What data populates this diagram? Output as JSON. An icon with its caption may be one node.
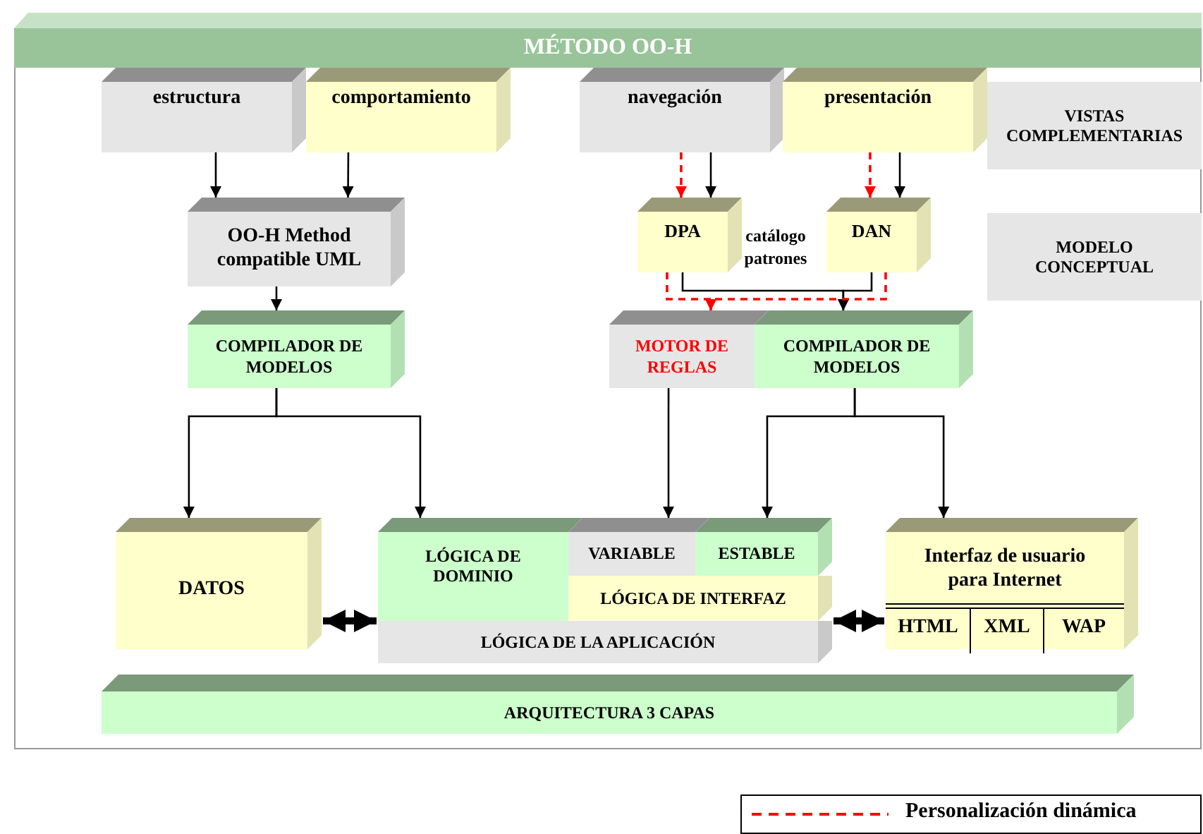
{
  "diagram": {
    "title": "MÉTODO OO-H",
    "nodes": [
      {
        "text": [
          "estructura"
        ]
      },
      {
        "text": [
          "comportamiento"
        ]
      },
      {
        "text": [
          "navegación"
        ]
      },
      {
        "text": [
          "presentación"
        ]
      },
      {
        "text": [
          "VISTAS COMPLEMENTARIAS"
        ]
      },
      {
        "text": [
          "OO-H Method compatible UML"
        ]
      },
      {
        "text": [
          "DPA"
        ]
      },
      {
        "text": [
          "DAN"
        ]
      },
      {
        "text": [
          "MODELO CONCEPTUAL"
        ]
      },
      {
        "text": [
          "COMPILADOR DE MODELOS"
        ]
      },
      {
        "text": [
          "MOTOR DE REGLAS"
        ]
      },
      {
        "text": [
          "COMPILADOR DE MODELOS"
        ]
      },
      {
        "text": [
          "DATOS"
        ]
      },
      {
        "text": [
          "LÓGICA DE DOMINIO"
        ]
      },
      {
        "text": [
          "VARIABLE"
        ]
      },
      {
        "text": [
          "ESTABLE"
        ]
      },
      {
        "text": [
          "LÓGICA DE INTERFAZ"
        ]
      },
      {
        "text": [
          "LÓGICA DE LA APLICACIÓN"
        ]
      },
      {
        "text": [
          "Interfaz de usuario para Internet"
        ]
      },
      {
        "text": [
          "HTML"
        ],
        "in": 18
      },
      {
        "text": [
          "XML"
        ],
        "in": 18
      },
      {
        "text": [
          "WAP"
        ],
        "in": 18
      },
      {
        "text": [
          "ARQUITECTURA 3 CAPAS"
        ]
      }
    ],
    "edges": [
      {
        "from": 0,
        "to": 5,
        "arrow": "to"
      },
      {
        "from": 1,
        "to": 5,
        "arrow": "to"
      },
      {
        "from": 2,
        "to": 6,
        "arrow": "to",
        "style": "dashed",
        "color": "#ff0000"
      },
      {
        "from": 2,
        "to": 6,
        "arrow": "to"
      },
      {
        "from": 3,
        "to": 7,
        "arrow": "to",
        "style": "dashed",
        "color": "#ff0000"
      },
      {
        "from": 3,
        "to": 7,
        "arrow": "to"
      },
      {
        "from": 5,
        "to": 9,
        "arrow": "to"
      },
      {
        "from": 6,
        "to": 11,
        "arrow": "to"
      },
      {
        "from": 7,
        "to": 11,
        "arrow": "to"
      },
      {
        "from": 6,
        "to": 10,
        "arrow": "to",
        "style": "dashed",
        "color": "#ff0000"
      },
      {
        "from": 7,
        "to": 10,
        "arrow": "to",
        "style": "dashed",
        "color": "#ff0000"
      },
      {
        "from": 9,
        "to": 12,
        "arrow": "to"
      },
      {
        "from": 9,
        "to": 13,
        "arrow": "to"
      },
      {
        "from": 10,
        "to": 14,
        "arrow": "to"
      },
      {
        "from": 11,
        "to": 15,
        "arrow": "to"
      },
      {
        "from": 11,
        "to": 18,
        "arrow": "to"
      },
      {
        "from": 12,
        "to": 17,
        "arrow": "both",
        "style": "thick"
      },
      {
        "from": 17,
        "to": 18,
        "arrow": "both",
        "style": "thick"
      }
    ],
    "labels": [
      "catálogo patrones"
    ],
    "legend": [
      {
        "text": "Personalización dinámica"
      }
    ]
  }
}
